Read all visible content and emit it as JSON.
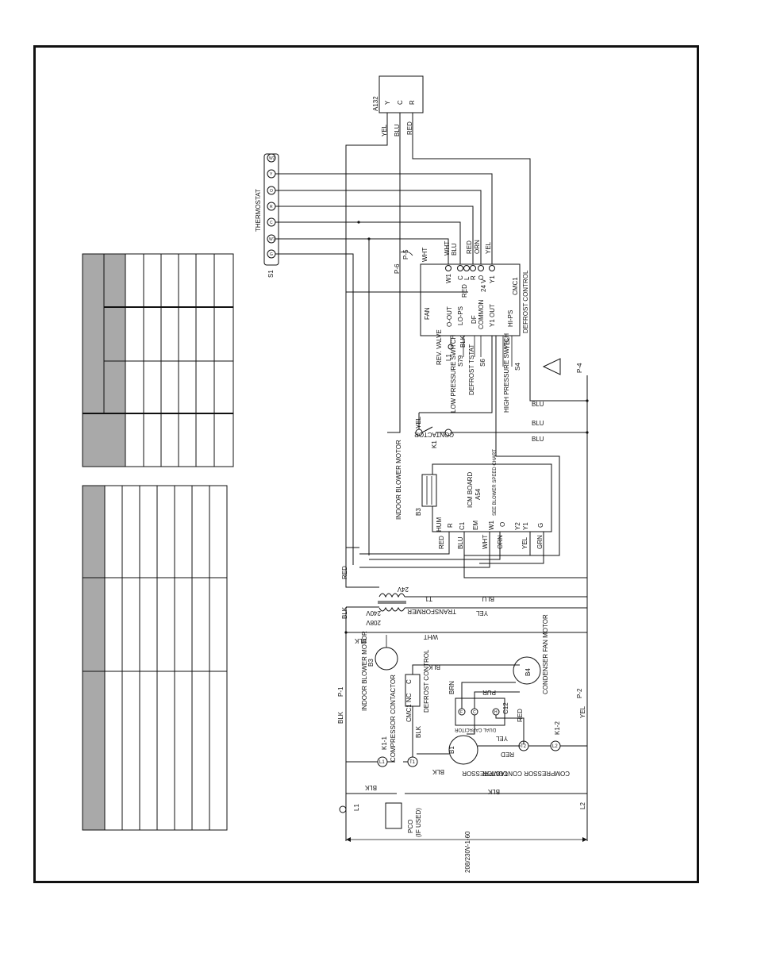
{
  "labels": {
    "a132": "A132",
    "a132_y": "Y",
    "a132_c": "C",
    "a132_r": "R",
    "yel": "YEL",
    "blu": "BLU",
    "red": "RED",
    "blk": "BLK",
    "wht": "WHT",
    "orn": "ORN",
    "grn": "GRN",
    "brn": "BRN",
    "pur": "PUR",
    "thermostat": "THERMOSTAT",
    "s1": "S1",
    "t_g": "G",
    "t_w1": "W1",
    "t_c": "C",
    "t_r": "R",
    "t_o": "O",
    "t_y": "Y",
    "t_w2": "W2",
    "p6": "P-6",
    "p5": "P-5",
    "defrost_control": "DEFROST CONTROL",
    "cmc1": "CMC1",
    "v24": "24 V",
    "fan": "FAN",
    "o_out": "O-OUT",
    "lo_ps": "LO-PS",
    "df": "DF",
    "common": "COMMON",
    "y1_out": "Y1 OUT",
    "hi_ps": "HI-PS",
    "w1": "W1",
    "c": "C",
    "l": "L",
    "r": "R",
    "o": "O",
    "y1": "Y1",
    "rev_valve": "REV. VALVE",
    "l1_small": "L1",
    "low_pressure_switch": "LOW PRESSURE SWITCH",
    "s79": "S79",
    "defrost_tstat": "DEFROST TSTAT",
    "s6": "S6",
    "high_pressure_switch": "HIGH PRESSURE SWITCH",
    "s4": "S4",
    "p4": "P-4",
    "contactor": "CONTACTOR",
    "k1": "K1",
    "indoor_blower_motor": "INDOOR BLOWER MOTOR",
    "b3": "B3",
    "icm_board": "ICM BOARD",
    "a54": "A54",
    "see_blower_speed_chart": "SEE BLOWER SPEED CHART",
    "hum": "HUM",
    "c1": "C1",
    "em": "EM",
    "y2": "Y2",
    "g": "G",
    "transformer": "TRANSFORMER",
    "t1": "T1",
    "v24_t": "24V",
    "v240": "240V",
    "v208": "208V",
    "p1": "P-1",
    "p2": "P-2",
    "defrost_control_cmc1": "DEFROST CONTROL",
    "nc": "NC",
    "condenser_fan_motor": "CONDENSER FAN MOTOR",
    "b4": "B4",
    "dual_capacitor": "DUAL CAPACITOR",
    "c12": "C12",
    "f": "F",
    "c_cap": "C",
    "h": "H",
    "compressor": "COMPRESSOR",
    "b1": "B1",
    "compressor_contactor": "COMPRESSOR CONTACTOR",
    "k1_1": "K1-1",
    "k1_2": "K1-2",
    "l1": "L1",
    "l2": "L2",
    "t1c": "T1",
    "t2c": "T2",
    "pco": "PCO",
    "if_used": "(IF USED)",
    "supply": "208/230V-1-60"
  },
  "colors": {
    "line": "#111111",
    "table_header": "#a9a9a9",
    "page": "#ffffff"
  }
}
